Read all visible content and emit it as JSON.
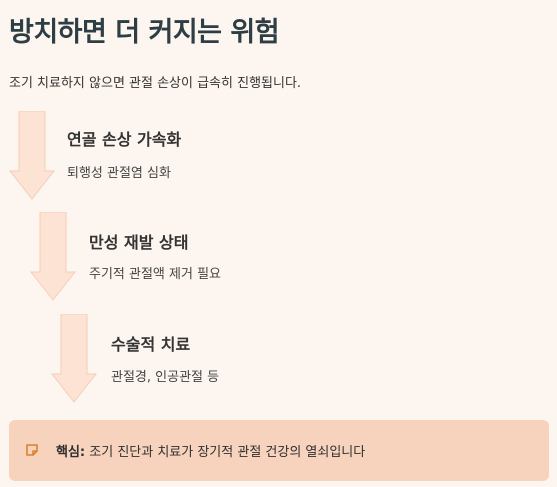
{
  "title": "방치하면 더 커지는 위험",
  "subtitle": "조기 치료하지 않으면 관절 손상이 급속히 진행됩니다.",
  "steps": [
    {
      "title": "연골 손상 가속화",
      "desc": "퇴행성 관절염 심화"
    },
    {
      "title": "만성 재발 상태",
      "desc": "주기적 관절액 제거 필요"
    },
    {
      "title": "수술적 치료",
      "desc": "관절경, 인공관절 등"
    }
  ],
  "callout": {
    "icon": "note-icon",
    "label": "핵심:",
    "text": "조기 진단과 치료가 장기적 관절 건강의 열쇠입니다"
  },
  "colors": {
    "background": "#fdf6f0",
    "arrow_fill": "#fde3d3",
    "arrow_stroke": "#f5cdb5",
    "callout_bg": "#f7d3bd",
    "icon_color": "#d9822b",
    "title_color": "#2d3e44"
  }
}
